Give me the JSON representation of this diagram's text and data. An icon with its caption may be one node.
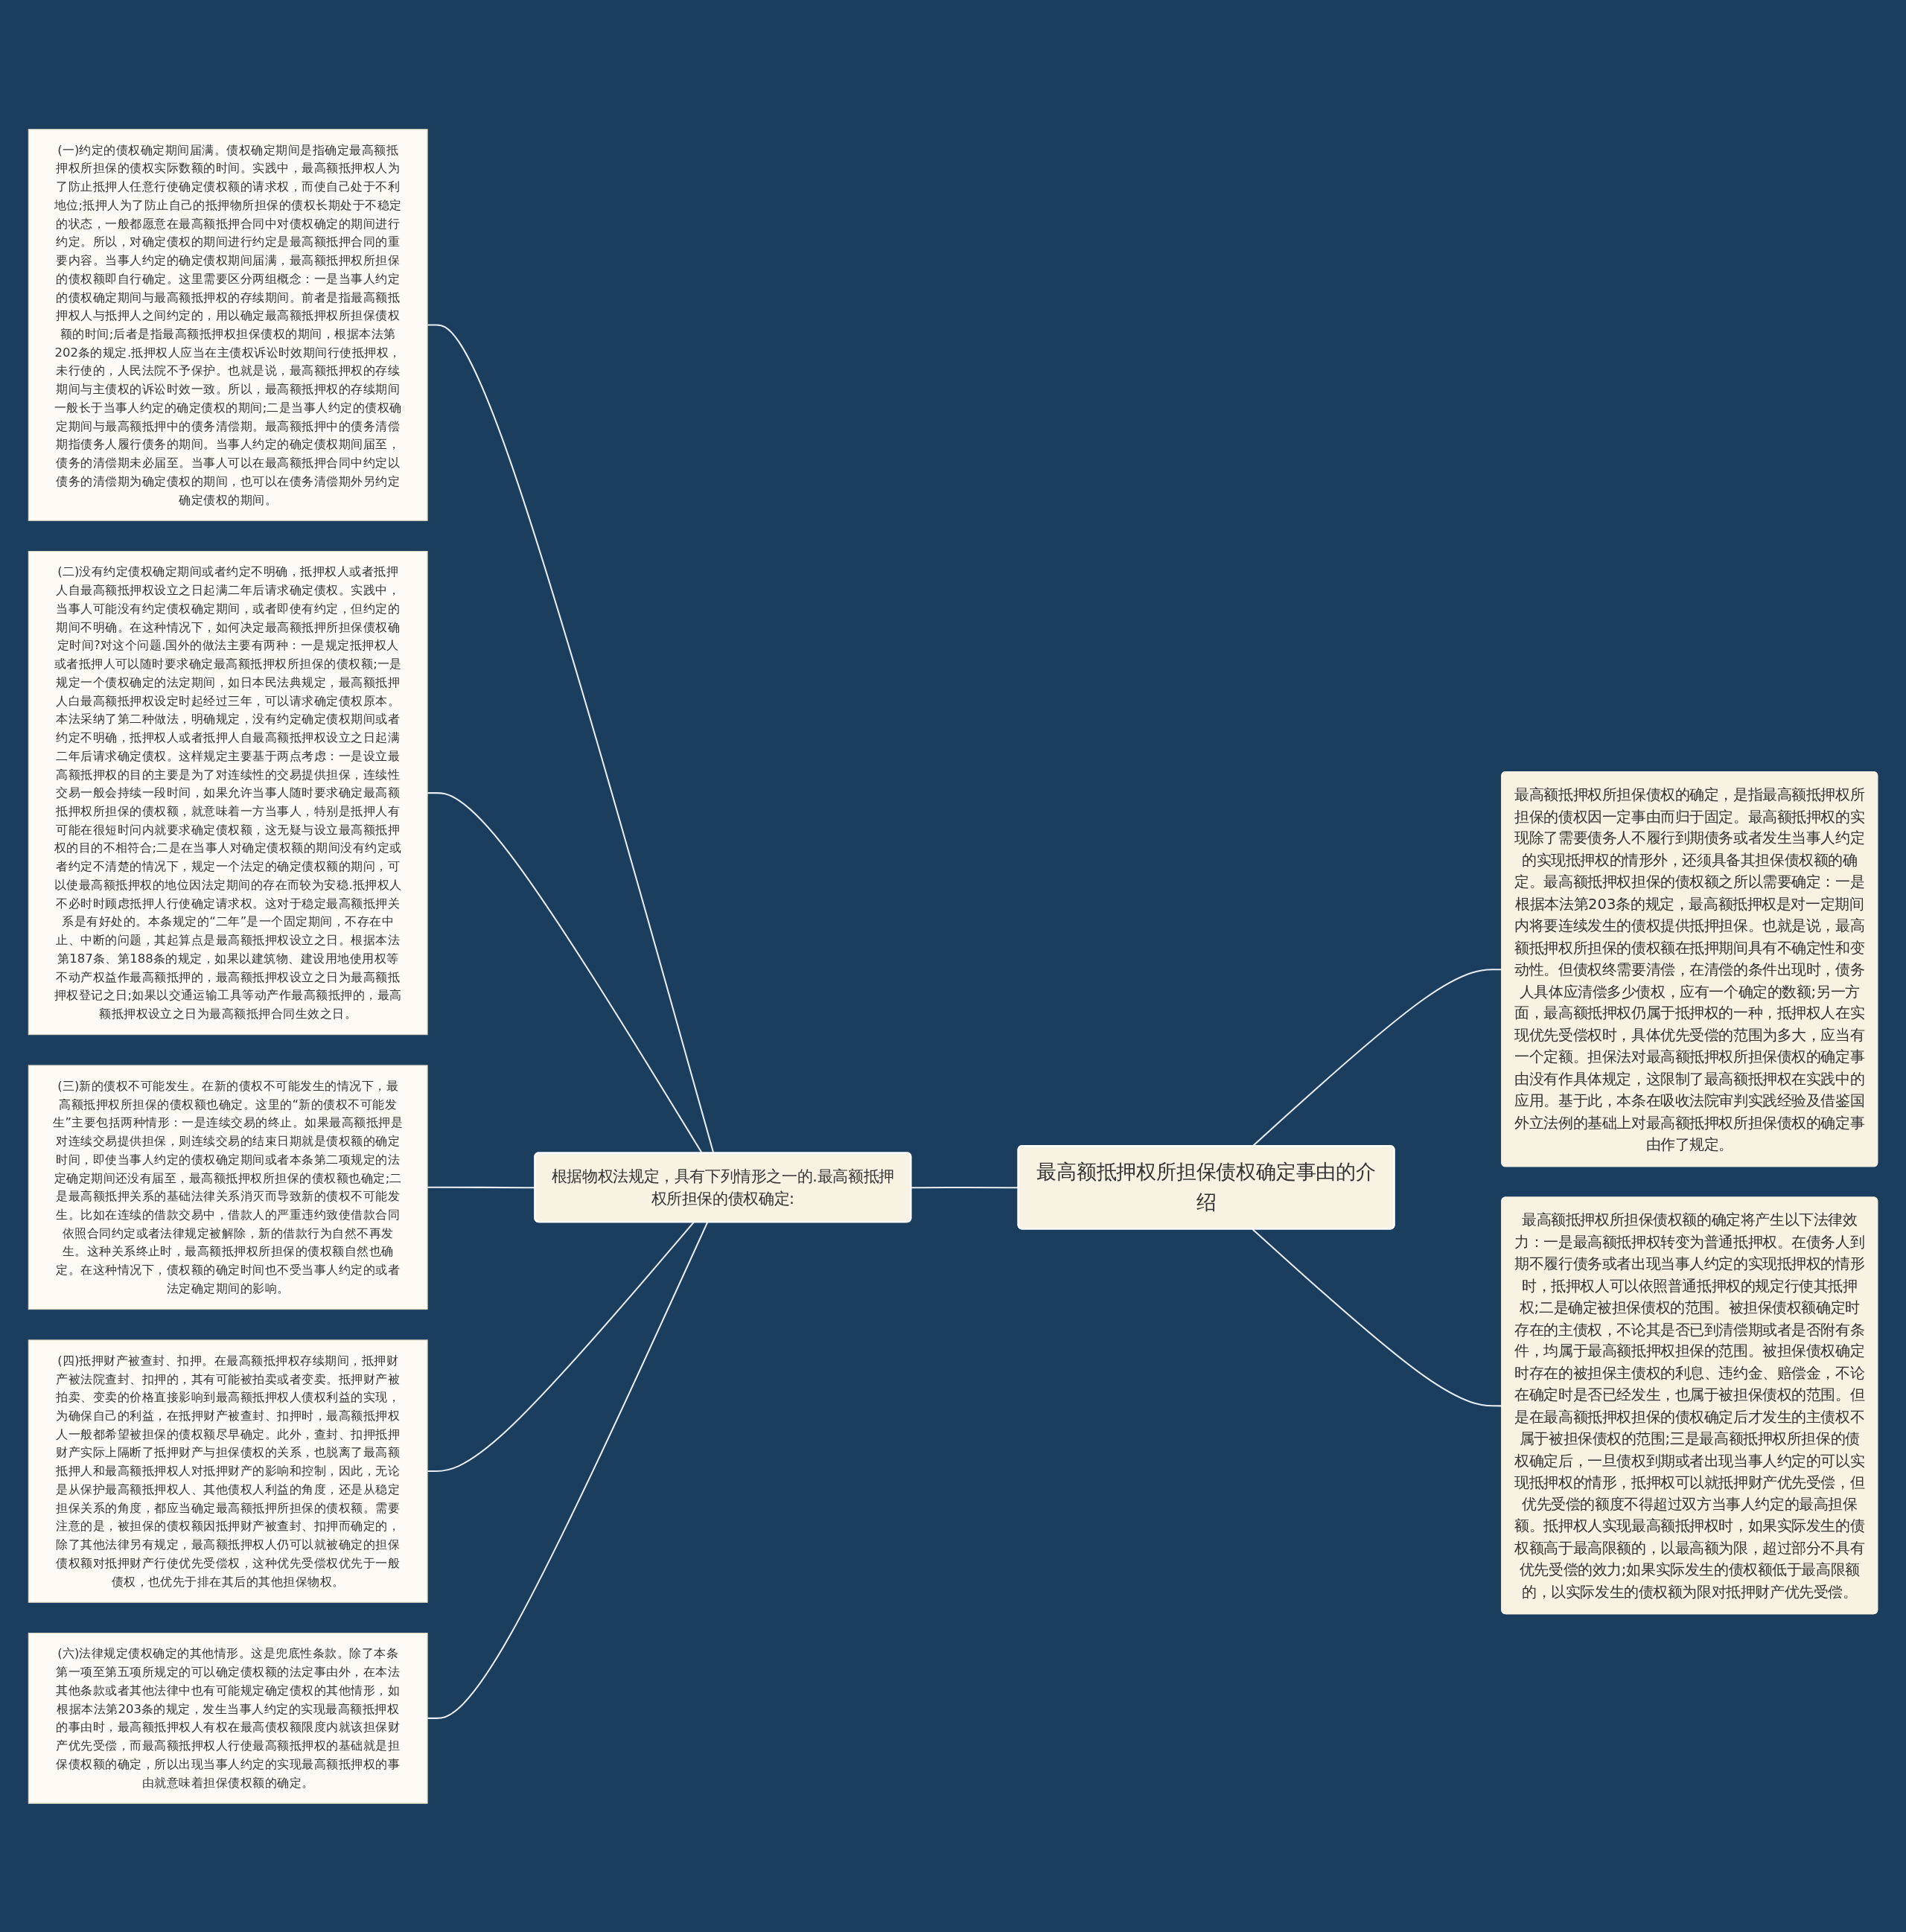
{
  "diagram": {
    "nodes": [
      {
        "text": [
          "最高额抵押权所担保债权确定事由的介绍"
        ]
      },
      {
        "text": [
          "根据物权法规定，具有下列情形之一的.最高额抵押权所担保的债权确定:"
        ]
      },
      {
        "text": [
          "(一)约定的债权确定期间届满。债权确定期间是指确定最高额抵押权所担保的债权实际数额的时间。实践中，最高额抵押权人为了防止抵押人任意行使确定债权额的请求权，而使自己处于不利地位;抵押人为了防止自己的抵押物所担保的债权长期处于不稳定的状态，一般都愿意在最高额抵押合同中对债权确定的期间进行约定。所以，对确定债权的期间进行约定是最高额抵押合同的重要内容。当事人约定的确定债权期间届满，最高额抵押权所担保的债权额即自行确定。这里需要区分两组概念：一是当事人约定的债权确定期间与最高额抵押权的存续期间。前者是指最高额抵押权人与抵押人之间约定的，用以确定最高额抵押权所担保债权额的时间;后者是指最高额抵押权担保债权的期间，根据本法第202条的规定.抵押权人应当在主债权诉讼时效期间行使抵押权，未行使的，人民法院不予保护。也就是说，最高额抵押权的存续期间与主债权的诉讼时效一致。所以，最高额抵押权的存续期间一般长于当事人约定的确定债权的期间;二是当事人约定的债权确定期间与最高额抵押中的债务清偿期。最高额抵押中的债务清偿期指债务人履行债务的期间。当事人约定的确定债权期间届至，债务的清偿期未必届至。当事人可以在最高额抵押合同中约定以债务的清偿期为确定债权的期间，也可以在债务清偿期外另约定确定债权的期间。"
        ]
      },
      {
        "text": [
          "(二)没有约定债权确定期间或者约定不明确，抵押权人或者抵押人自最高额抵押权设立之日起满二年后请求确定债权。实践中，当事人可能没有约定债权确定期间，或者即使有约定，但约定的期间不明确。在这种情况下，如何决定最高额抵押所担保债权确定时间?对这个问题.国外的做法主要有两种：一是规定抵押权人或者抵押人可以随时要求确定最高额抵押权所担保的债权额;一是规定一个债权确定的法定期间，如日本民法典规定，最高额抵押人白最高额抵押权设定时起经过三年，可以请求确定债权原本。本法采纳了第二种做法，明确规定，没有约定确定债权期间或者约定不明确，抵押权人或者抵押人自最高额抵押权设立之日起满二年后请求确定债权。这样规定主要基于两点考虑：一是设立最高额抵押权的目的主要是为了对连续性的交易提供担保，连续性交易一般会持续一段时间，如果允许当事人随时要求确定最高额抵押权所担保的债权额，就意味着一方当事人，特别是抵押人有可能在很短时问内就要求确定债权额，这无疑与设立最高额抵押权的目的不相符合;二是在当事人对确定债权额的期间没有约定或者约定不清楚的情况下，规定一个法定的确定债权额的期问，可以使最高额抵押权的地位因法定期间的存在而较为安稳.抵押权人不必时时顾虑抵押人行使确定请求权。这对于稳定最高额抵押关系是有好处的。本条规定的“二年”是一个固定期间，不存在中止、中断的问题，其起算点是最高额抵押权设立之日。根据本法第187条、第188条的规定，如果以建筑物、建设用地使用权等不动产权益作最高额抵押的，最高额抵押权设立之日为最高额抵押权登记之日;如果以交通运输工具等动产作最高额抵押的，最高额抵押权设立之日为最高额抵押合同生效之日。"
        ]
      },
      {
        "text": [
          "(三)新的债权不可能发生。在新的债权不可能发生的情况下，最高额抵押权所担保的债权额也确定。这里的“新的债权不可能发生”主要包括两种情形：一是连续交易的终止。如果最高额抵押是对连续交易提供担保，则连续交易的结束日期就是债权额的确定时间，即使当事人约定的债权确定期间或者本条第二项规定的法定确定期间还没有届至，最高额抵押权所担保的债权额也确定;二是最高额抵押关系的基础法律关系消灭而导致新的债权不可能发生。比如在连续的借款交易中，借款人的严重违约致使借款合同依照合同约定或者法律规定被解除，新的借款行为自然不再发生。这种关系终止时，最高额抵押权所担保的债权额自然也确定。在这种情况下，债权额的确定时间也不受当事人约定的或者法定确定期间的影响。"
        ]
      },
      {
        "text": [
          "(四)抵押财产被查封、扣押。在最高额抵押权存续期间，抵押财产被法院查封、扣押的，其有可能被拍卖或者变卖。抵押财产被拍卖、变卖的价格直接影响到最高额抵押权人债权利益的实现，为确保自己的利益，在抵押财产被查封、扣押时，最高额抵押权人一般都希望被担保的债权额尽早确定。此外，查封、扣押抵押财产实际上隔断了抵押财产与担保债权的关系，也脱离了最高额抵押人和最高额抵押权人对抵押财产的影响和控制，因此，无论是从保护最高额抵押权人、其他债权人利益的角度，还是从稳定担保关系的角度，都应当确定最高额抵押所担保的债权额。需要注意的是，被担保的债权额因抵押财产被查封、扣押而确定的，除了其他法律另有规定，最高额抵押权人仍可以就被确定的担保债权额对抵押财产行使优先受偿权，这种优先受偿权优先于一般债权，也优先于排在其后的其他担保物权。"
        ]
      },
      {
        "text": [
          "(六)法律规定债权确定的其他情形。这是兜底性条款。除了本条第一项至第五项所规定的可以确定债权额的法定事由外，在本法其他条款或者其他法律中也有可能规定确定债权的其他情形，如根据本法第203条的规定，发生当事人约定的实现最高额抵押权的事由时，最高额抵押权人有权在最高债权额限度内就该担保财产优先受偿，而最高额抵押权人行使最高额抵押权的基础就是担保债权额的确定，所以出现当事人约定的实现最高额抵押权的事由就意味着担保债权额的确定。"
        ]
      },
      {
        "text": [
          "最高额抵押权所担保债权的确定，是指最高额抵押权所担保的债权因一定事由而归于固定。最高额抵押权的实现除了需要债务人不履行到期债务或者发生当事人约定的实现抵押权的情形外，还须具备其担保债权额的确定。最高额抵押权担保的债权额之所以需要确定：一是根据本法第203条的规定，最高额抵押权是对一定期间内将要连续发生的债权提供抵押担保。也就是说，最高额抵押权所担保的债权额在抵押期间具有不确定性和变动性。但债权终需要清偿，在清偿的条件出现时，债务人具体应清偿多少债权，应有一个确定的数额;另一方面，最高额抵押权仍属于抵押权的一种，抵押权人在实现优先受偿权时，具体优先受偿的范围为多大，应当有一个定额。担保法对最高额抵押权所担保债权的确定事由没有作具体规定，这限制了最高额抵押权在实践中的应用。基于此，本条在吸收法院审判实践经验及借鉴国外立法例的基础上对最高额抵押权所担保债权的确定事由作了规定。"
        ]
      },
      {
        "text": [
          "最高额抵押权所担保债权额的确定将产生以下法律效力：一是最高额抵押权转变为普通抵押权。在债务人到期不履行债务或者出现当事人约定的实现抵押权的情形时，抵押权人可以依照普通抵押权的规定行使其抵押权;二是确定被担保债权的范围。被担保债权额确定时存在的主债权，不论其是否已到清偿期或者是否附有条件，均属于最高额抵押权担保的范围。被担保债权确定时存在的被担保主债权的利息、违约金、赔偿金，不论在确定时是否已经发生，也属于被担保债权的范围。但是在最高额抵押权担保的债权确定后才发生的主债权不属于被担保债权的范围;三是最高额抵押权所担保的债权确定后，一旦债权到期或者出现当事人约定的可以实现抵押权的情形，抵押权可以就抵押财产优先受偿，但优先受偿的额度不得超过双方当事人约定的最高担保额。抵押权人实现最高额抵押权时，如果实际发生的债权额高于最高限额的，以最高额为限，超过部分不具有优先受偿的效力;如果实际发生的债权额低于最高限额的，以实际发生的债权额为限对抵押财产优先受偿。"
        ]
      }
    ],
    "edges": [
      {
        "from": 0,
        "to": 1,
        "arrow": "none"
      },
      {
        "from": 1,
        "to": 2,
        "arrow": "none"
      },
      {
        "from": 1,
        "to": 3,
        "arrow": "none"
      },
      {
        "from": 1,
        "to": 4,
        "arrow": "none"
      },
      {
        "from": 1,
        "to": 5,
        "arrow": "none"
      },
      {
        "from": 1,
        "to": 6,
        "arrow": "none"
      },
      {
        "from": 0,
        "to": 7,
        "arrow": "none"
      },
      {
        "from": 0,
        "to": 8,
        "arrow": "none"
      }
    ]
  }
}
